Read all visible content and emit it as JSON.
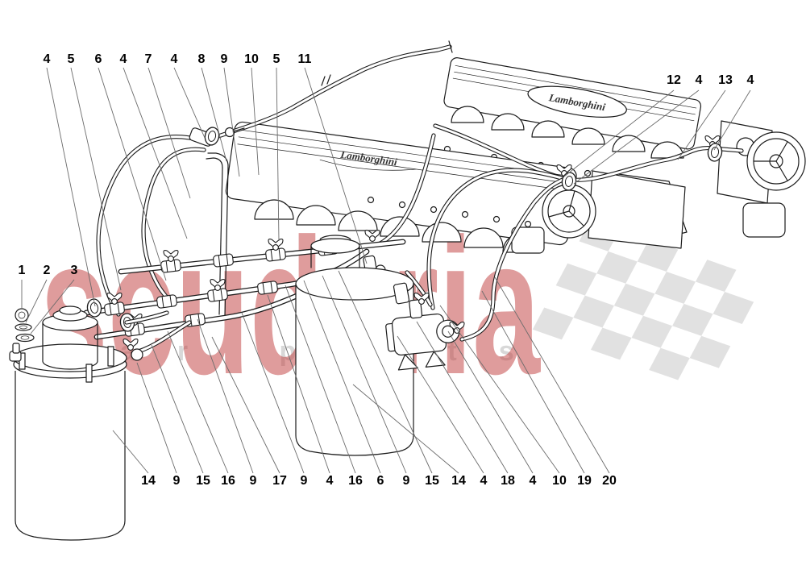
{
  "watermark": {
    "brand": "scuderia",
    "tagline": "car parts",
    "brand_color": "#c03a3a",
    "tagline_color": "#d8d8d8",
    "flag_color": "#dcdcdc"
  },
  "engine": {
    "badge_text": "Lamborghini"
  },
  "callouts": {
    "top": [
      "4",
      "5",
      "6",
      "4",
      "7",
      "4",
      "8",
      "9",
      "10",
      "5",
      "11"
    ],
    "right": [
      "12",
      "4",
      "13",
      "4"
    ],
    "left": [
      "1",
      "2",
      "3"
    ],
    "bottom": [
      "14",
      "9",
      "15",
      "16",
      "9",
      "17",
      "9",
      "4",
      "16",
      "6",
      "9",
      "15",
      "14",
      "4",
      "18",
      "4",
      "10",
      "19",
      "20"
    ]
  }
}
